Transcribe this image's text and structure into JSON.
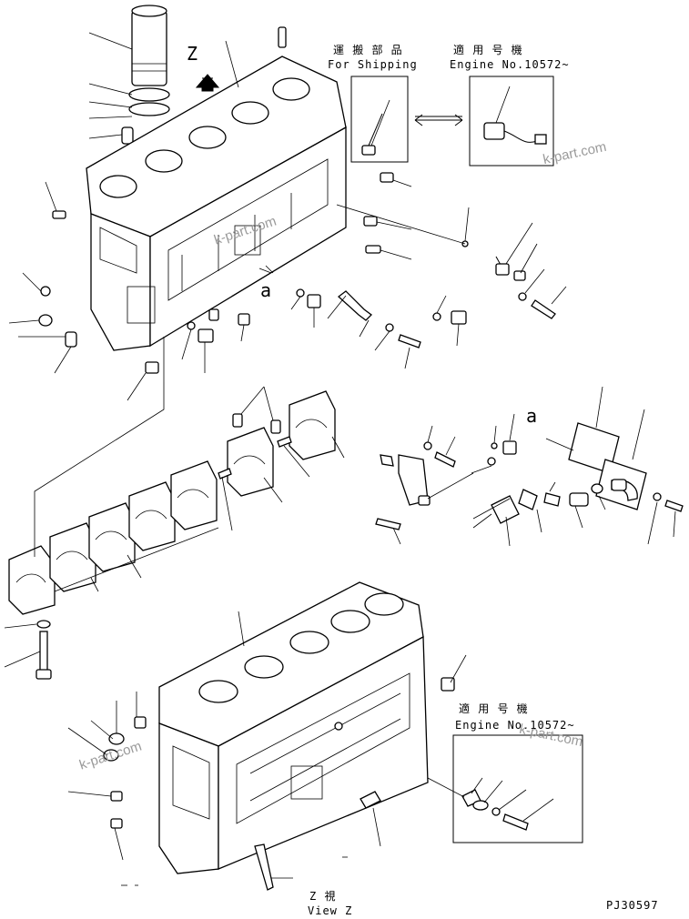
{
  "labels": {
    "shipping_jp": "運 搬 部 品",
    "shipping_en": "For Shipping",
    "applicable_jp_top": "適 用 号 機",
    "engine_no_top": "Engine No.10572~",
    "view_letter": "Z",
    "ref_a_left": "a",
    "ref_a_right": "a",
    "applicable_jp_bottom": "適 用 号 機",
    "engine_no_bottom": "Engine No.10572~",
    "view_z_jp": "Z  視",
    "view_z_en": "View Z",
    "drawing_number": "PJ30597"
  },
  "watermarks": [
    "k-part.com",
    "k-part.com",
    "k-part.com",
    "k-part.com"
  ]
}
